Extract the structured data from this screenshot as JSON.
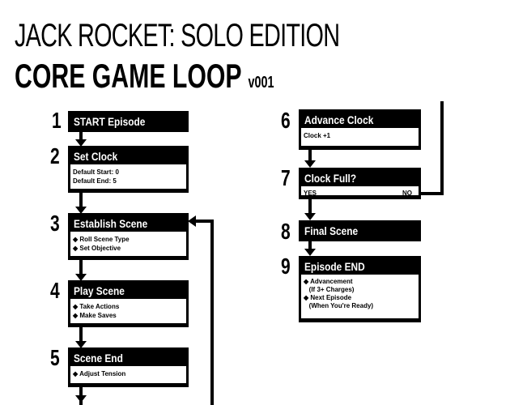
{
  "title": "JACK ROCKET: SOLO EDITION",
  "subtitle": "CORE GAME LOOP",
  "version": "v001",
  "steps": [
    {
      "num": "1",
      "title": "START Episode"
    },
    {
      "num": "2",
      "title": "Set Clock",
      "lines": [
        "Default Start: 0",
        "Default End: 5"
      ]
    },
    {
      "num": "3",
      "title": "Establish Scene",
      "lines": [
        "◆ Roll Scene Type",
        "◆ Set Objective"
      ]
    },
    {
      "num": "4",
      "title": "Play Scene",
      "lines": [
        "◆ Take Actions",
        "◆ Make Saves"
      ]
    },
    {
      "num": "5",
      "title": "Scene End",
      "lines": [
        "◆ Adjust Tension"
      ]
    },
    {
      "num": "6",
      "title": "Advance Clock",
      "lines": [
        "Clock +1"
      ]
    },
    {
      "num": "7",
      "title": "Clock Full?",
      "yes": "YES",
      "no": "NO"
    },
    {
      "num": "8",
      "title": "Final Scene"
    },
    {
      "num": "9",
      "title": "Episode END",
      "lines": [
        "◆ Advancement",
        "   (If 3+ Charges)",
        "◆ Next Episode",
        "   (When You're Ready)"
      ]
    }
  ]
}
